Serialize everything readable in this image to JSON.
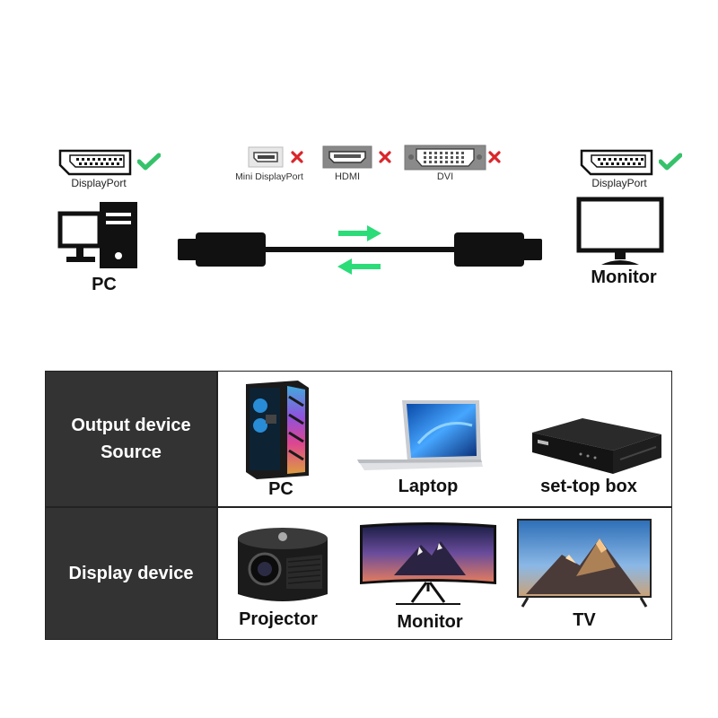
{
  "ports": {
    "displayport_left": "DisplayPort",
    "mini_displayport": "Mini DisplayPort",
    "hdmi": "HDMI",
    "dvi": "DVI",
    "displayport_right": "DisplayPort"
  },
  "devices": {
    "left": "PC",
    "right": "Monitor"
  },
  "table": {
    "row1_header_line1": "Output device",
    "row1_header_line2": "Source",
    "row2_header": "Display device",
    "row1_items": [
      "PC",
      "Laptop",
      "set-top box"
    ],
    "row2_items": [
      "Projector",
      "Monitor",
      "TV"
    ]
  },
  "colors": {
    "check": "#36c26b",
    "cross": "#d9262c",
    "arrow": "#2bdc78",
    "header_bg": "#333333"
  },
  "icons": {
    "compatible": "check-icon",
    "incompatible": "cross-icon"
  }
}
